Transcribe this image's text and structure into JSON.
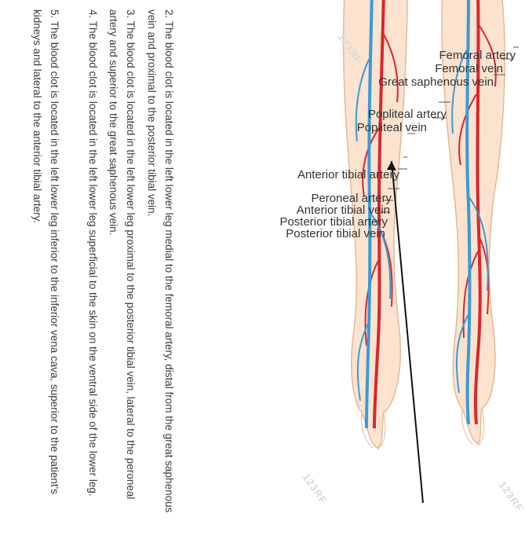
{
  "figure": {
    "labels": {
      "femoral_artery": "Femoral artery",
      "femoral_vein": "Femoral vein",
      "great_saphenous_vein": "Great saphenous vein",
      "popliteal_artery": "Popliteal artery",
      "popliteal_vein": "Popliteal vein",
      "anterior_tibial_artery": "Anterior tibial artery",
      "peroneal_artery": "Peroneal artery",
      "anterior_tibial_vein": "Anterior tibial vein",
      "posterior_tibial_artery": "Posterior tibial artery",
      "posterior_tibial_vein": "Posterior tibial vein"
    },
    "colors": {
      "skin": "#fbe3cf",
      "skin_outline": "#e8b894",
      "artery": "#d9262c",
      "vein": "#3a9bd6",
      "pointer": "#111111"
    },
    "watermark": "123RF"
  },
  "options": [
    {
      "text": "2. The blood clot is located in the left lower leg medial to the femoral artery, distal from the great saphenous vein and proximal to the posterior tibial vein."
    },
    {
      "text": "3. The blood clot is located in the left lower leg proximal to the posterior tibial vein, lateral to the peroneal artery and superior to the great saphenous vein."
    },
    {
      "text": "4. The blood clot is located in the left lower leg superficial to the skin on the ventral side of the lower leg."
    },
    {
      "text": "5. The blood clot is located in the left lower leg inferior to the inferior vena cava, superior to the patient's kidneys and lateral to the anterior tibial artery."
    }
  ]
}
